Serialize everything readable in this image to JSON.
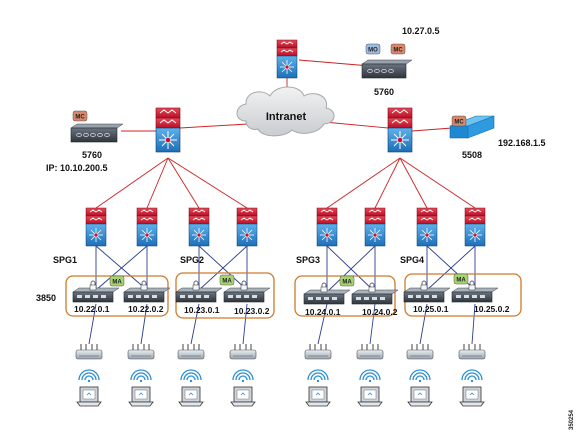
{
  "cloud": {
    "label": "Intranet"
  },
  "controllers": {
    "top": {
      "model": "5760",
      "ip": "10.27.0.5",
      "mo_label": "MO",
      "ma_label": "MC"
    },
    "left": {
      "model": "5760",
      "ip": "IP: 10.10.200.5",
      "ma_label": "MC"
    },
    "right": {
      "model": "5508",
      "ip": "192.168.1.5",
      "ma_label": "MC"
    }
  },
  "spg_groups": [
    {
      "label": "SPG1",
      "ma": "MA",
      "ips": [
        "10.22.0.1",
        "10.22.0.2"
      ]
    },
    {
      "label": "SPG2",
      "ma": "MA",
      "ips": [
        "10.23.0.1",
        "10.23.0.2"
      ]
    },
    {
      "label": "SPG3",
      "ma": "MA",
      "ips": [
        "10.24.0.1",
        "10.24.0.2"
      ]
    },
    {
      "label": "SPG4",
      "ma": "MA",
      "ips": [
        "10.25.0.1",
        "10.25.0.2"
      ]
    }
  ],
  "switch_model": "3850",
  "figure_id": "350254",
  "colors": {
    "link_red": "#cc2222",
    "link_blue": "#2b3d8f",
    "group_border": "#d07a2a",
    "switch_red": "#c8102e",
    "switch_blue": "#1c6fb8"
  }
}
